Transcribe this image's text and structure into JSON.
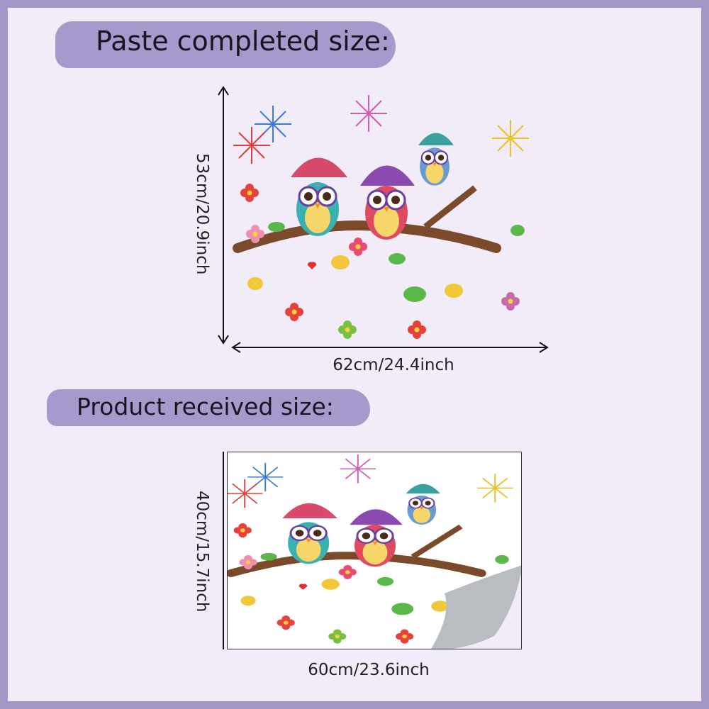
{
  "completed": {
    "heading": "Paste completed size:",
    "height_label": "53cm/20.9inch",
    "width_label": "62cm/24.4inch"
  },
  "received": {
    "heading": "Product received size:",
    "height_label": "40cm/15.7inch",
    "width_label": "60cm/23.6inch"
  },
  "colors": {
    "border": "#a596c8",
    "background": "#f1ecf8",
    "brush": "#a699cb"
  }
}
